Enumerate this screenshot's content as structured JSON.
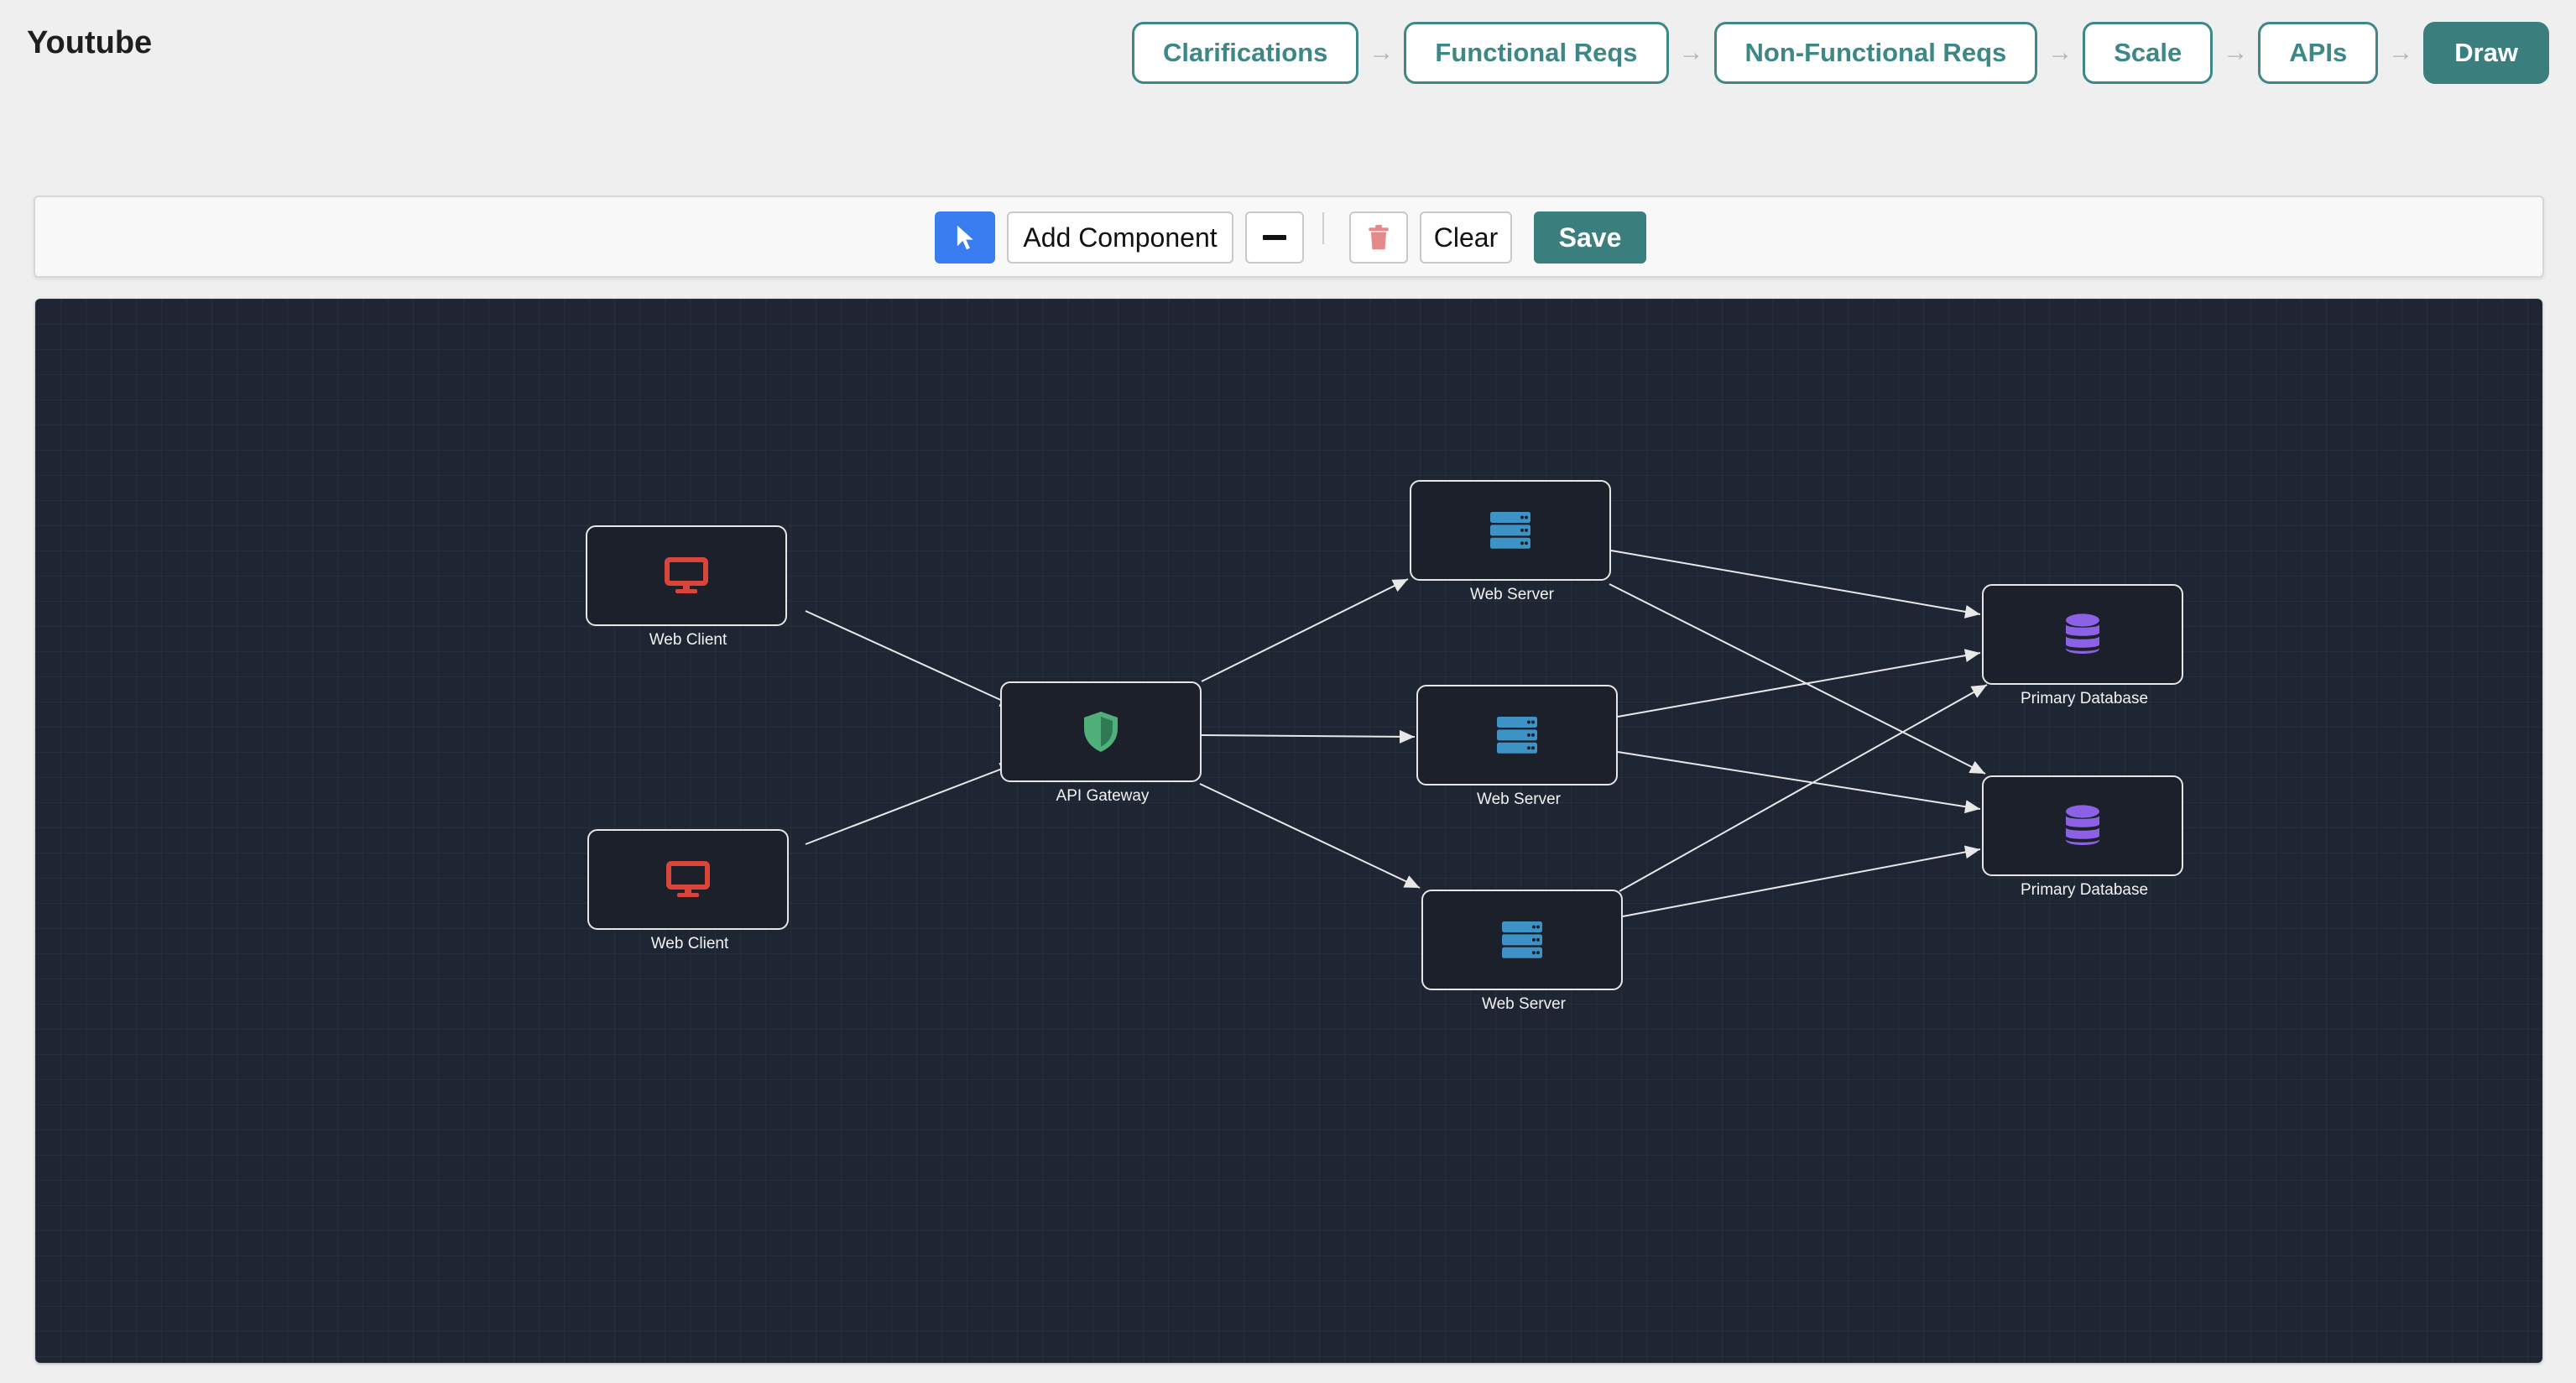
{
  "app": {
    "title": "Youtube"
  },
  "steps": [
    {
      "label": "Clarifications",
      "active": false
    },
    {
      "label": "Functional Reqs",
      "active": false
    },
    {
      "label": "Non-Functional Reqs",
      "active": false
    },
    {
      "label": "Scale",
      "active": false
    },
    {
      "label": "APIs",
      "active": false
    },
    {
      "label": "Draw",
      "active": true
    }
  ],
  "toolbar": {
    "add_component_label": "Add Component",
    "clear_label": "Clear",
    "save_label": "Save",
    "icons": {
      "select": "cursor-pointer-icon",
      "line": "minus-icon",
      "delete": "trash-icon"
    },
    "colors": {
      "select": "#3a7df0",
      "save": "#3a7e7e",
      "trash": "#e58a8a"
    }
  },
  "diagram": {
    "nodes": [
      {
        "id": "web-client-1",
        "label": "Web Client",
        "icon": "monitor-icon",
        "icon_color": "#d9453b"
      },
      {
        "id": "web-client-2",
        "label": "Web Client",
        "icon": "monitor-icon",
        "icon_color": "#d9453b"
      },
      {
        "id": "api-gateway",
        "label": "API Gateway",
        "icon": "shield-icon",
        "icon_color": "#4fb07a"
      },
      {
        "id": "web-server-1",
        "label": "Web Server",
        "icon": "server-icon",
        "icon_color": "#3d93c6"
      },
      {
        "id": "web-server-2",
        "label": "Web Server",
        "icon": "server-icon",
        "icon_color": "#3d93c6"
      },
      {
        "id": "web-server-3",
        "label": "Web Server",
        "icon": "server-icon",
        "icon_color": "#3d93c6"
      },
      {
        "id": "primary-db-1",
        "label": "Primary Database",
        "icon": "database-icon",
        "icon_color": "#8c61e6"
      },
      {
        "id": "primary-db-2",
        "label": "Primary Database",
        "icon": "database-icon",
        "icon_color": "#8c61e6"
      }
    ],
    "edges": [
      {
        "from": "web-client-1",
        "to": "api-gateway"
      },
      {
        "from": "web-client-2",
        "to": "api-gateway"
      },
      {
        "from": "api-gateway",
        "to": "web-server-1"
      },
      {
        "from": "api-gateway",
        "to": "web-server-2"
      },
      {
        "from": "api-gateway",
        "to": "web-server-3"
      },
      {
        "from": "web-server-1",
        "to": "primary-db-1"
      },
      {
        "from": "web-server-1",
        "to": "primary-db-2"
      },
      {
        "from": "web-server-2",
        "to": "primary-db-1"
      },
      {
        "from": "web-server-2",
        "to": "primary-db-2"
      },
      {
        "from": "web-server-3",
        "to": "primary-db-1"
      },
      {
        "from": "web-server-3",
        "to": "primary-db-2"
      }
    ],
    "edge_color": "#e8e8e8"
  }
}
